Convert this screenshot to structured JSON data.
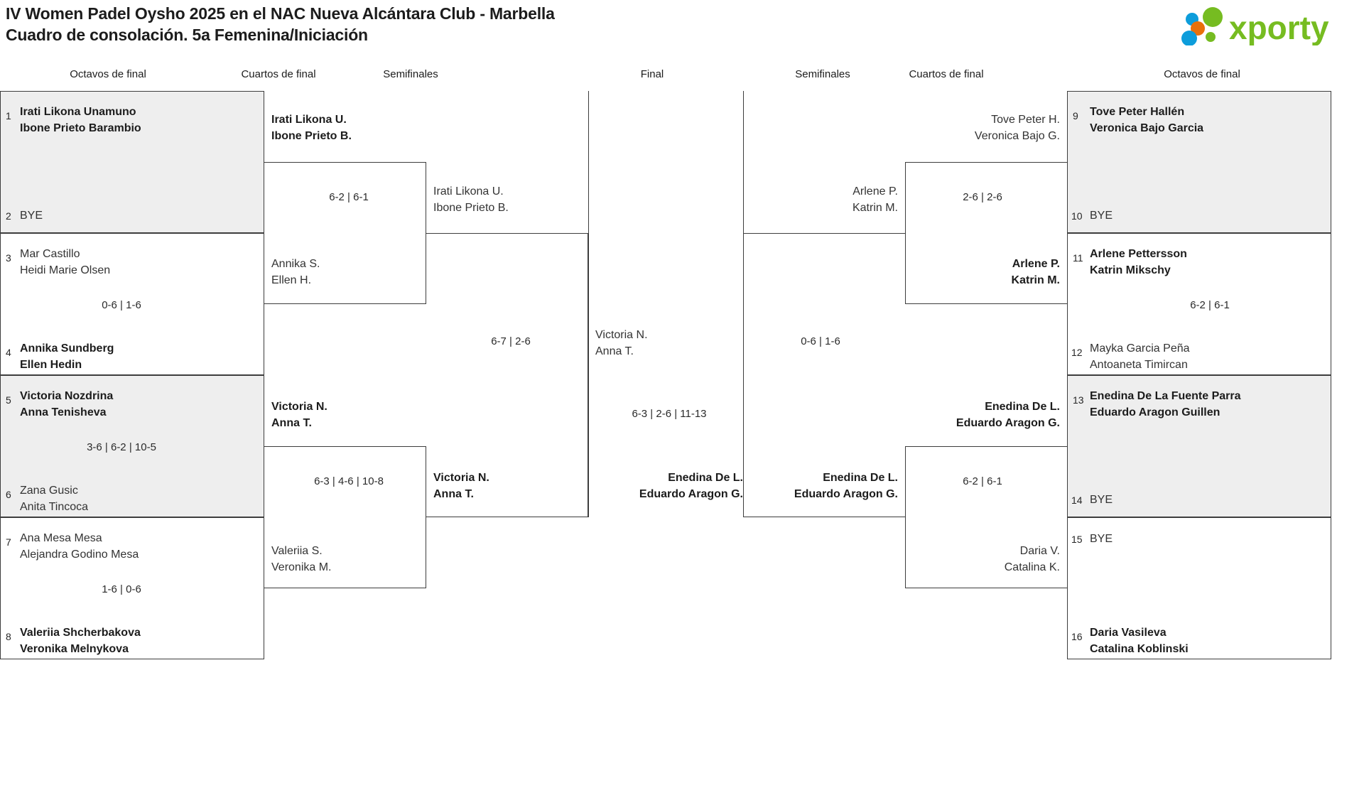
{
  "header": {
    "title_line1": "IV Women Padel Oysho 2025 en el NAC Nueva Alcántara Club - Marbella",
    "title_line2": "Cuadro de consolación. 5a Femenina/Iniciación",
    "logo_text": "xporty",
    "logo_colors": {
      "green": "#76bc21",
      "orange": "#e8700a",
      "blue": "#0d9ddb"
    }
  },
  "rounds": {
    "left": [
      "Octavos de final",
      "Cuartos de final",
      "Semifinales"
    ],
    "center": "Final",
    "right": [
      "Semifinales",
      "Cuartos de final",
      "Octavos de final"
    ]
  },
  "labels": {
    "bye": "BYE"
  },
  "bracket": {
    "left_r16": [
      {
        "seed": "1",
        "p1": "Irati Likona Unamuno",
        "p2": "Ibone Prieto Barambio",
        "winner": true,
        "shaded": true,
        "bye": false
      },
      {
        "seed": "2",
        "p1": "BYE",
        "p2": "",
        "winner": false,
        "shaded": true,
        "bye": true
      },
      {
        "seed": "3",
        "p1": "Mar Castillo",
        "p2": "Heidi Marie Olsen",
        "winner": false,
        "shaded": false,
        "bye": false
      },
      {
        "seed": "4",
        "p1": "Annika Sundberg",
        "p2": "Ellen Hedin",
        "winner": true,
        "shaded": false,
        "bye": false
      },
      {
        "seed": "5",
        "p1": "Victoria Nozdrina",
        "p2": "Anna Tenisheva",
        "winner": true,
        "shaded": true,
        "bye": false
      },
      {
        "seed": "6",
        "p1": "Zana Gusic",
        "p2": "Anita Tincoca",
        "winner": false,
        "shaded": true,
        "bye": false
      },
      {
        "seed": "7",
        "p1": "Ana Mesa Mesa",
        "p2": "Alejandra Godino Mesa",
        "winner": false,
        "shaded": false,
        "bye": false
      },
      {
        "seed": "8",
        "p1": "Valeriia Shcherbakova",
        "p2": "Veronika Melnykova",
        "winner": true,
        "shaded": false,
        "bye": false
      }
    ],
    "left_r16_scores": [
      "",
      "0-6 | 1-6",
      "3-6 | 6-2 | 10-5",
      "1-6 | 0-6"
    ],
    "left_qf": [
      {
        "p1": "Irati Likona U.",
        "p2": "Ibone Prieto B.",
        "winner": true
      },
      {
        "p1": "Annika S.",
        "p2": "Ellen H.",
        "winner": false
      },
      {
        "p1": "Victoria N.",
        "p2": "Anna T.",
        "winner": true
      },
      {
        "p1": "Valeriia S.",
        "p2": "Veronika M.",
        "winner": false
      }
    ],
    "left_qf_scores": [
      "6-2 | 6-1",
      "6-3 | 4-6 | 10-8"
    ],
    "left_sf": [
      {
        "p1": "Irati Likona U.",
        "p2": "Ibone Prieto B.",
        "winner": false
      },
      {
        "p1": "Victoria N.",
        "p2": "Anna T.",
        "winner": true
      }
    ],
    "left_sf_scores": [
      "6-7 | 2-6"
    ],
    "final": [
      {
        "p1": "Victoria N.",
        "p2": "Anna T.",
        "winner": false
      },
      {
        "p1": "Enedina De L.",
        "p2": "Eduardo Aragon G.",
        "winner": true
      }
    ],
    "final_score": "6-3 | 2-6 | 11-13",
    "right_sf": [
      {
        "p1": "Arlene P.",
        "p2": "Katrin M.",
        "winner": false
      },
      {
        "p1": "Enedina De L.",
        "p2": "Eduardo Aragon G.",
        "winner": true
      }
    ],
    "right_sf_scores": [
      "0-6 | 1-6"
    ],
    "right_qf": [
      {
        "p1": "Tove Peter H.",
        "p2": "Veronica Bajo G.",
        "winner": false
      },
      {
        "p1": "Arlene P.",
        "p2": "Katrin M.",
        "winner": true
      },
      {
        "p1": "Enedina De L.",
        "p2": "Eduardo Aragon G.",
        "winner": true
      },
      {
        "p1": "Daria V.",
        "p2": "Catalina K.",
        "winner": false
      }
    ],
    "right_qf_scores": [
      "2-6 | 2-6",
      "6-2 | 6-1"
    ],
    "right_r16": [
      {
        "seed": "9",
        "p1": "Tove Peter Hallén",
        "p2": "Veronica Bajo Garcia",
        "winner": true,
        "shaded": true,
        "bye": false
      },
      {
        "seed": "10",
        "p1": "BYE",
        "p2": "",
        "winner": false,
        "shaded": true,
        "bye": true
      },
      {
        "seed": "11",
        "p1": "Arlene Pettersson",
        "p2": "Katrin Mikschy",
        "winner": true,
        "shaded": false,
        "bye": false
      },
      {
        "seed": "12",
        "p1": "Mayka Garcia Peña",
        "p2": "Antoaneta Timircan",
        "winner": false,
        "shaded": false,
        "bye": false
      },
      {
        "seed": "13",
        "p1": "Enedina De La Fuente Parra",
        "p2": "Eduardo Aragon Guillen",
        "winner": true,
        "shaded": true,
        "bye": false
      },
      {
        "seed": "14",
        "p1": "BYE",
        "p2": "",
        "winner": false,
        "shaded": true,
        "bye": true
      },
      {
        "seed": "15",
        "p1": "BYE",
        "p2": "",
        "winner": false,
        "shaded": false,
        "bye": true
      },
      {
        "seed": "16",
        "p1": "Daria Vasileva",
        "p2": "Catalina Koblinski",
        "winner": true,
        "shaded": false,
        "bye": false
      }
    ],
    "right_r16_scores": [
      "",
      "6-2 | 6-1",
      "",
      ""
    ]
  }
}
